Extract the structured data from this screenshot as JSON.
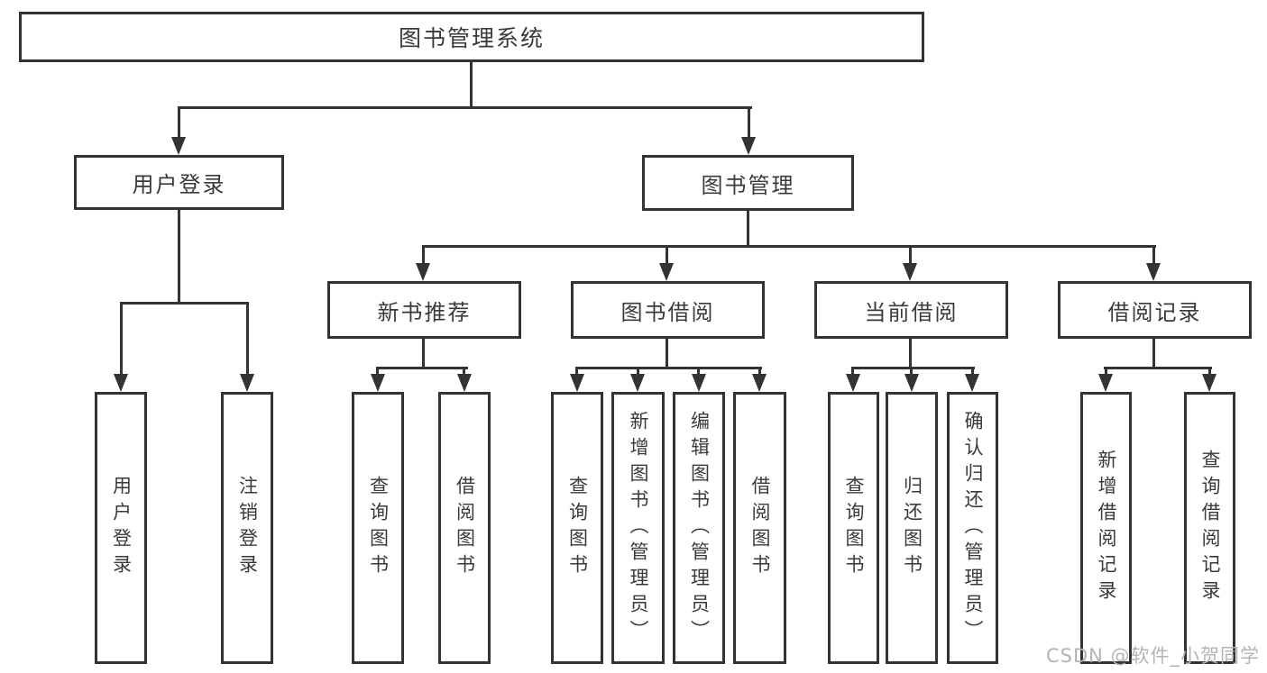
{
  "root": {
    "label": "图书管理系统"
  },
  "branches": {
    "user_login": {
      "label": "用户登录",
      "children": [
        "用户登录",
        "注销登录"
      ]
    },
    "book_management": {
      "label": "图书管理",
      "groups": [
        {
          "label": "新书推荐",
          "children": [
            "查询图书",
            "借阅图书"
          ]
        },
        {
          "label": "图书借阅",
          "children": [
            "查询图书",
            "新增图书（管理员）",
            "编辑图书（管理员）",
            "借阅图书"
          ]
        },
        {
          "label": "当前借阅",
          "children": [
            "查询图书",
            "归还图书",
            "确认归还（管理员）"
          ]
        },
        {
          "label": "借阅记录",
          "children": [
            "新增借阅记录",
            "查询借阅记录"
          ]
        }
      ]
    }
  },
  "watermark": "CSDN @软件_小贺同学",
  "colors": {
    "line": "#333333",
    "text": "#3a3a3a",
    "watermark": "#b4b4b4",
    "background": "#ffffff"
  }
}
